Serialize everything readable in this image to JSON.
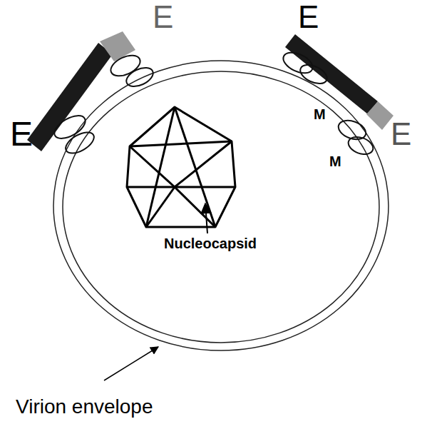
{
  "diagram": {
    "labels": [
      "E",
      "E",
      "E",
      "E",
      "M",
      "M",
      "Nucleocapsid",
      "Virion envelope"
    ]
  }
}
